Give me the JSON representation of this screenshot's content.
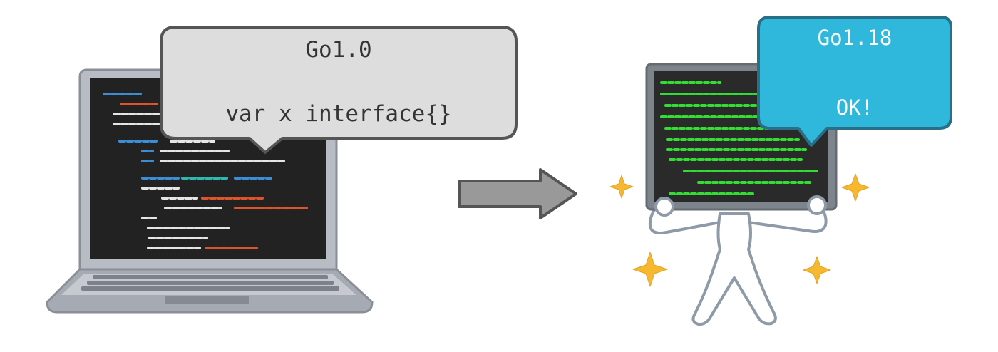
{
  "left_bubble": {
    "version": "Go1.0",
    "code": "var x interface{}"
  },
  "right_bubble": {
    "version": "Go1.18",
    "status": "OK!"
  },
  "icons": {
    "laptop": "laptop-icon",
    "arrow": "right-arrow-icon",
    "person": "person-holding-monitor-icon",
    "sparkle": "sparkle-icon"
  },
  "colors": {
    "left_bubble_fill": "#dddddd",
    "right_bubble_fill": "#2fb8dc",
    "code_green": "#33dd33",
    "arrow_fill": "#999999",
    "sparkle": "#f5b82e"
  }
}
